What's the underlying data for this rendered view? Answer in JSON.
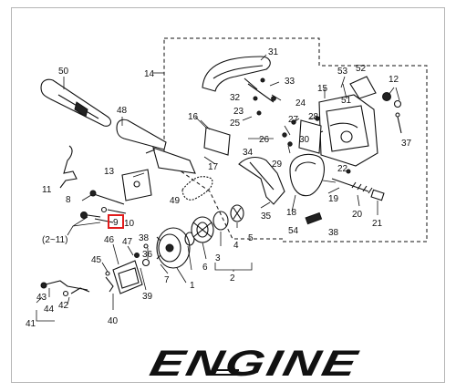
{
  "labels": {
    "l50": "50",
    "l14": "14",
    "l31": "31",
    "l33": "33",
    "l53": "53",
    "l52": "52",
    "l12": "12",
    "l32": "32",
    "l23": "23",
    "l24": "24",
    "l15": "15",
    "l51": "51",
    "l48": "48",
    "l16": "16",
    "l25": "25",
    "l27": "27",
    "l28": "28",
    "l37": "37",
    "l26": "26",
    "l30": "30",
    "l29": "29",
    "l34": "34",
    "l17": "17",
    "l13": "13",
    "l11": "11",
    "l22": "22",
    "l8": "8",
    "l49": "49",
    "l19": "19",
    "l18": "18",
    "l10": "10",
    "l9": "9",
    "l35": "35",
    "l20": "20",
    "l21": "21",
    "l211": "(2~11)",
    "l54": "54",
    "l38a": "38",
    "l4": "4",
    "l38b": "38",
    "l46": "46",
    "l47": "47",
    "l5": "5",
    "l3": "3",
    "l6": "6",
    "l45": "45",
    "l36": "36",
    "l2": "2",
    "l7": "7",
    "l1": "1",
    "l43": "43",
    "l39": "39",
    "l42": "42",
    "l44": "44",
    "l41": "41",
    "l40": "40"
  },
  "logo": {
    "text": "ENGINE"
  },
  "colors": {
    "highlight_box": "#e11b1b",
    "line": "#111111",
    "frame": "#b5b5b5"
  }
}
